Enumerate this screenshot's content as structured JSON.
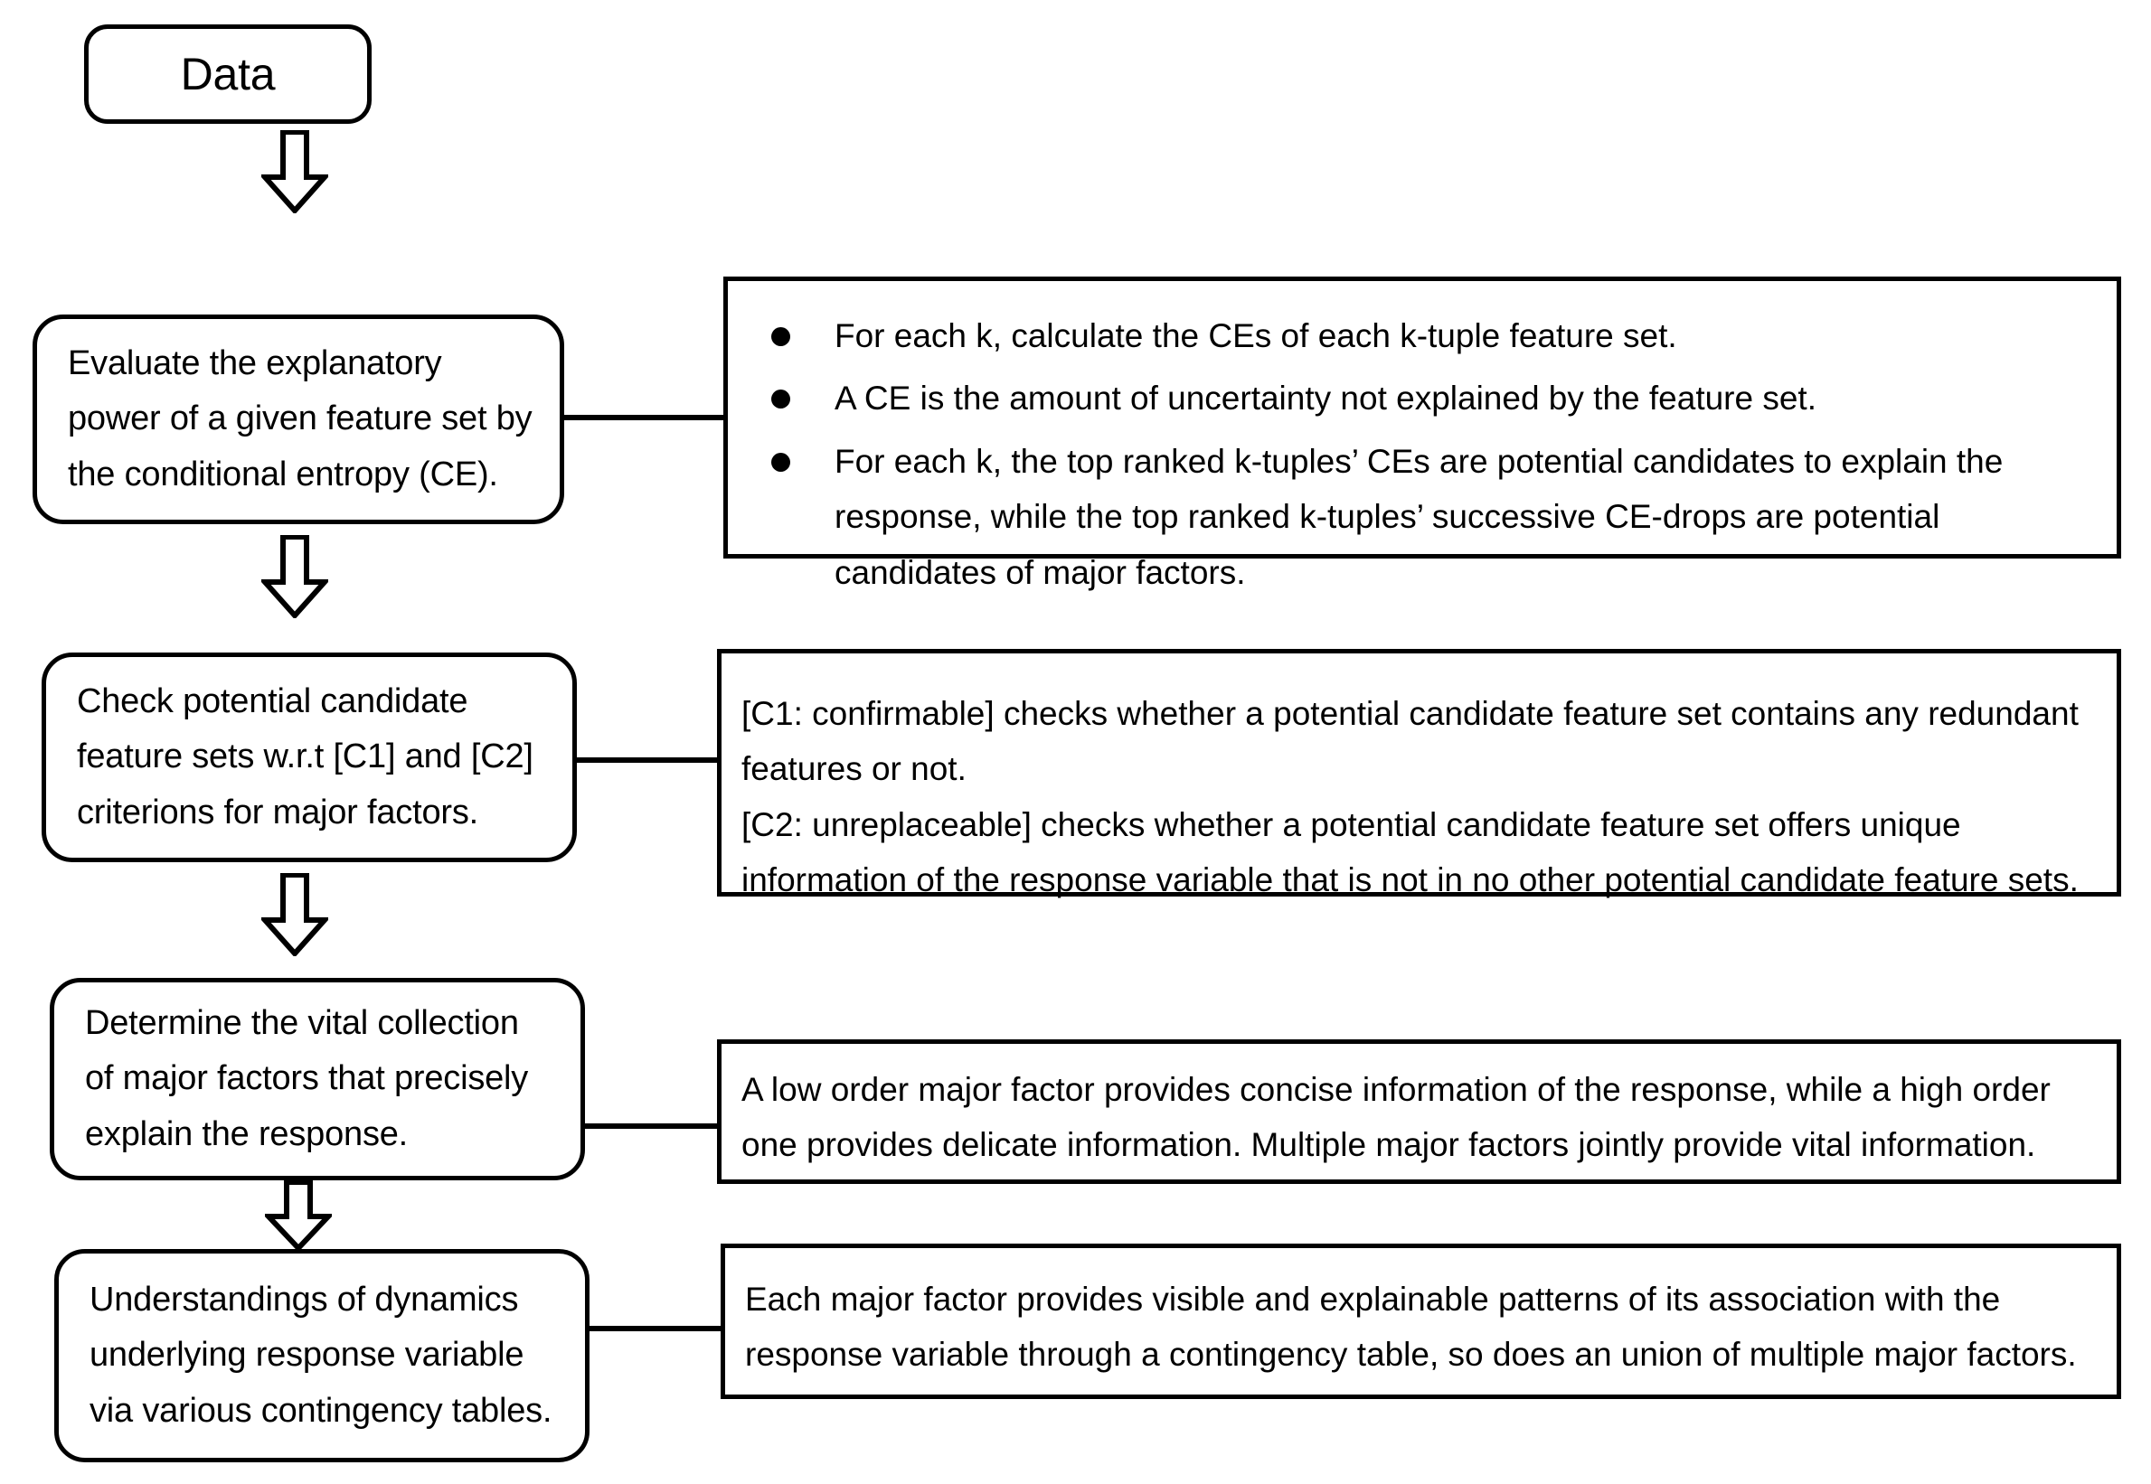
{
  "diagram": {
    "title": "Major factor selection flowchart",
    "stroke_color": "#000000",
    "background_color": "#ffffff"
  },
  "nodes": [
    {
      "id": "data",
      "label": "Data"
    },
    {
      "id": "evaluate",
      "label": "Evaluate the explanatory\npower of a given feature set by\nthe conditional entropy (CE)."
    },
    {
      "id": "check",
      "label": "Check potential candidate\nfeature sets w.r.t [C1] and [C2]\ncriterions for major factors."
    },
    {
      "id": "determine",
      "label": "Determine the vital collection\nof major factors that precisely\nexplain the response."
    },
    {
      "id": "understandings",
      "label": "Understandings of dynamics\nunderlying response variable\nvia various contingency tables."
    }
  ],
  "panels": [
    {
      "id": "panel-ce",
      "bullets": [
        "For each k, calculate the CEs of each k-tuple feature set.",
        "A CE is the amount of uncertainty not explained by the feature set.",
        "For each k, the top ranked k-tuples’ CEs are potential candidates to explain the response, while the top ranked k-tuples’ successive CE-drops are potential candidates of major factors."
      ]
    },
    {
      "id": "panel-criteria",
      "text": "[C1: confirmable] checks whether a potential candidate feature set contains any redundant features or not.\n[C2: unreplaceable] checks whether a potential candidate feature set offers unique information of the response variable that is not in no other potential candidate feature sets."
    },
    {
      "id": "panel-order",
      "text": "A low order major factor provides concise information of the response, while a high order one provides delicate information. Multiple major factors jointly provide vital information."
    },
    {
      "id": "panel-contingency",
      "text": "Each major factor provides visible and explainable patterns of its association with the response variable through a contingency table, so does an union of multiple major factors."
    }
  ],
  "arrows": [
    {
      "id": "arrow-data-evaluate",
      "from": "data",
      "to": "evaluate"
    },
    {
      "id": "arrow-evaluate-check",
      "from": "evaluate",
      "to": "check"
    },
    {
      "id": "arrow-check-determine",
      "from": "check",
      "to": "determine"
    },
    {
      "id": "arrow-determine-understandings",
      "from": "determine",
      "to": "understandings"
    }
  ],
  "connectors": [
    {
      "id": "connector-evaluate",
      "from": "evaluate",
      "to": "panel-ce"
    },
    {
      "id": "connector-check",
      "from": "check",
      "to": "panel-criteria"
    },
    {
      "id": "connector-determine",
      "from": "determine",
      "to": "panel-order"
    },
    {
      "id": "connector-understandings",
      "from": "understandings",
      "to": "panel-contingency"
    }
  ]
}
